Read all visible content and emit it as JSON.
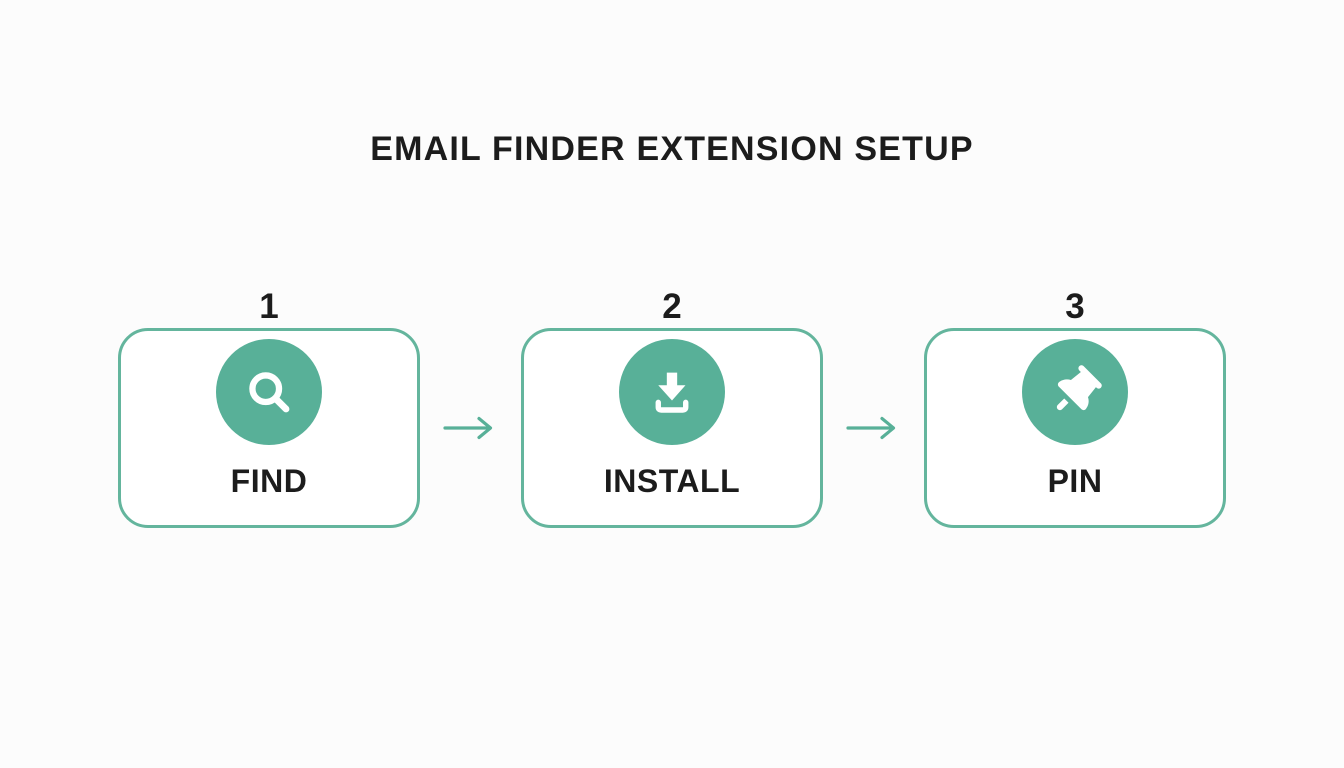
{
  "title": "EMAIL FINDER EXTENSION SETUP",
  "colors": {
    "accent": "#58B098",
    "border": "#64B59D",
    "text": "#1C1C1C",
    "bg": "#FCFCFC",
    "box-bg": "#FFFFFF",
    "icon": "#FFFFFF"
  },
  "steps": [
    {
      "number": "1",
      "label": "FIND",
      "icon": "search-icon"
    },
    {
      "number": "2",
      "label": "INSTALL",
      "icon": "download-icon"
    },
    {
      "number": "3",
      "label": "PIN",
      "icon": "pushpin-icon"
    }
  ],
  "connectors": [
    {
      "icon": "right-arrow-icon"
    },
    {
      "icon": "right-arrow-icon"
    }
  ]
}
